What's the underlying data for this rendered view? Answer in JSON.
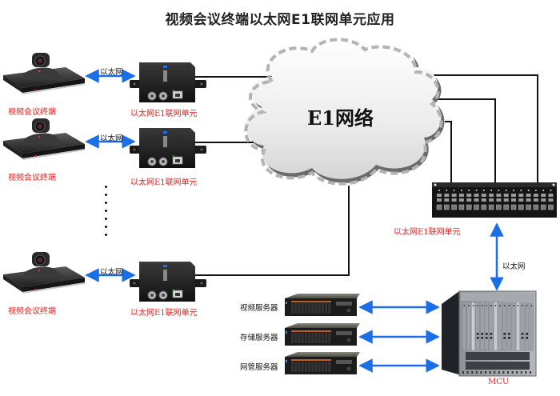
{
  "title": "视频会议终端以太网E1联网单元应用",
  "cloud": {
    "label": "E1网络",
    "icon": "cloud-icon"
  },
  "terminals": [
    {
      "device": "视频会议终端",
      "link_label": "以太网",
      "unit": "以太网E1联网单元"
    },
    {
      "device": "视频会议终端",
      "link_label": "以太网",
      "unit": "以太网E1联网单元"
    },
    {
      "device": "视频会议终端",
      "link_label": "以太网",
      "unit": "以太网E1联网单元"
    }
  ],
  "rack_unit": {
    "label": "以太网E1联网单元",
    "slots": 16
  },
  "mcu_link_label": "以太网",
  "mcu": {
    "label": "MCU"
  },
  "servers": [
    {
      "label": "视频服务器"
    },
    {
      "label": "存储服务器"
    },
    {
      "label": "网管服务器"
    }
  ],
  "colors": {
    "label_red": "#e8201c",
    "arrow_blue": "#1a6fe6",
    "line_black": "#111111",
    "cloud_dash": "#b3b3b3"
  }
}
